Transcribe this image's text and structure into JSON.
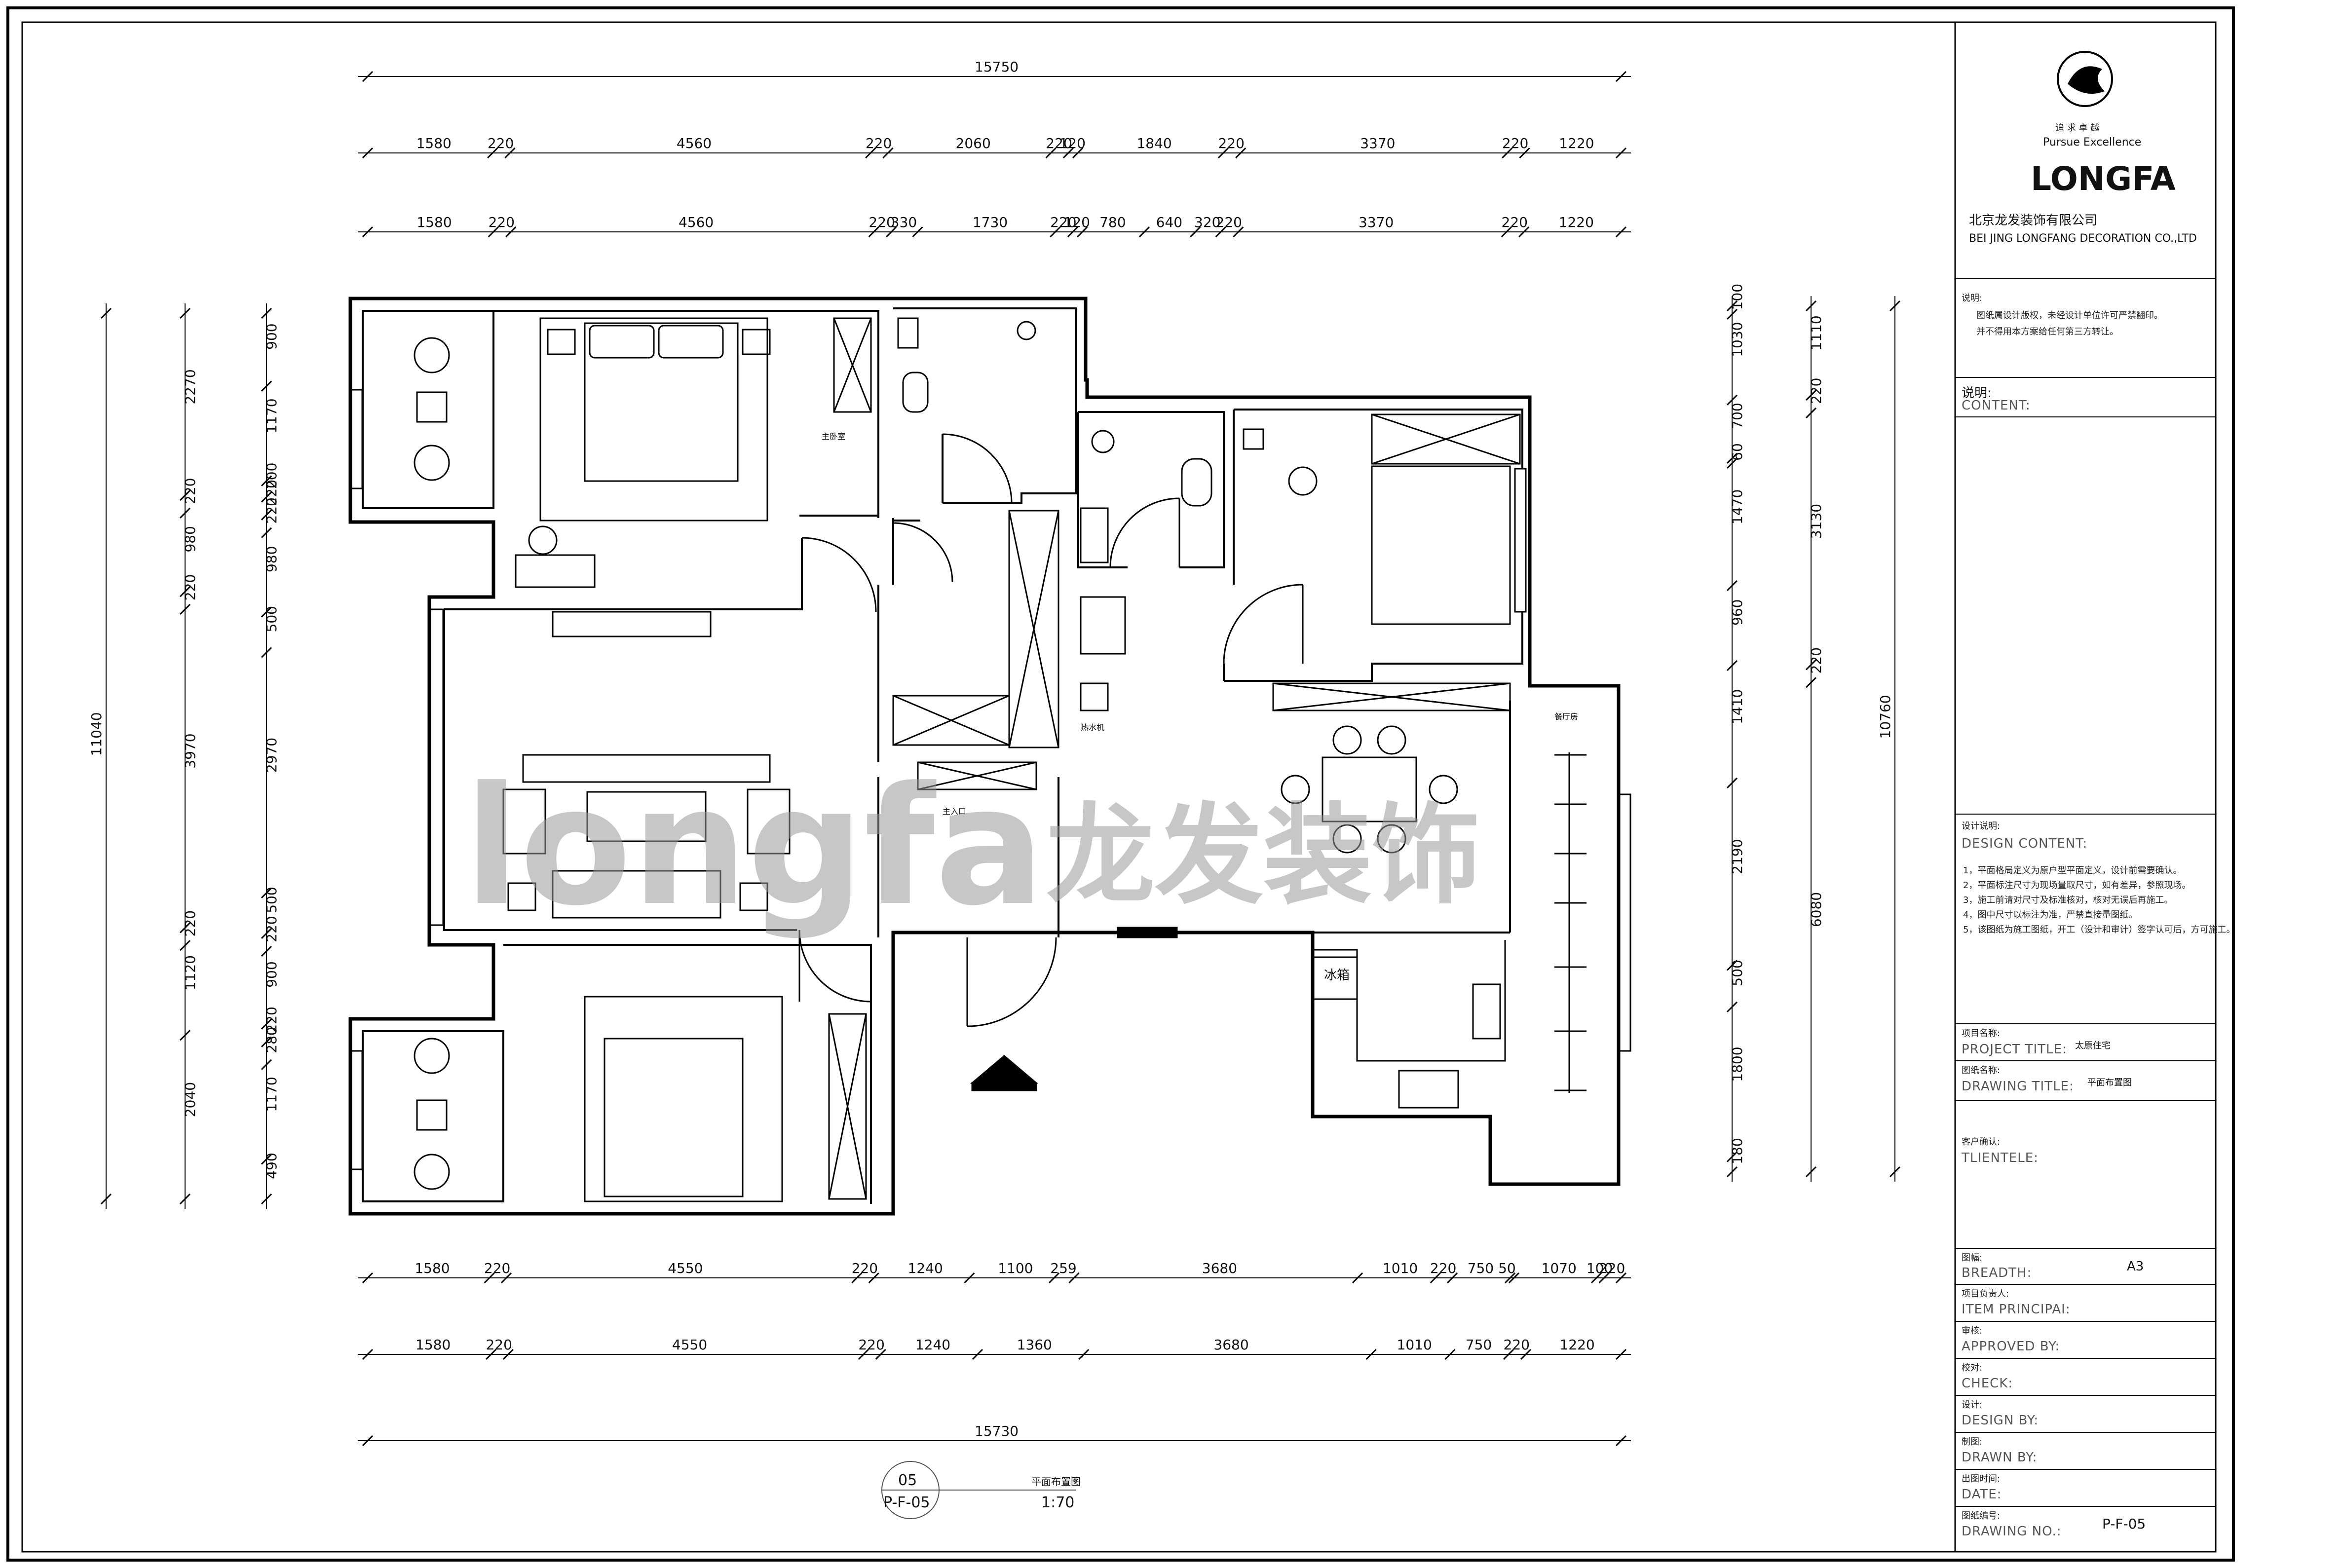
{
  "sheet": {
    "watermark": {
      "latin": "longfa",
      "zh": "龙发装饰"
    },
    "drawing_label": {
      "circle_top": "05",
      "circle_bottom": "P-F-05",
      "name": "平面布置图",
      "scale": "1:70"
    }
  },
  "dimensions": {
    "top_overall": "15750",
    "top_row1": [
      "1580",
      "220",
      "4560",
      "220",
      "2060",
      "220",
      "120",
      "1840",
      "220",
      "3370",
      "220",
      "1220"
    ],
    "top_row2": [
      "1580",
      "220",
      "4560",
      "220",
      "330",
      "1730",
      "220",
      "120",
      "780",
      "640",
      "320",
      "220",
      "3370",
      "220",
      "1220"
    ],
    "bottom_row1": [
      "1580",
      "220",
      "4550",
      "220",
      "1240",
      "1100",
      "259",
      "3680",
      "1010",
      "220",
      "750",
      "50",
      "1070",
      "100",
      "220"
    ],
    "bottom_row2": [
      "1580",
      "220",
      "4550",
      "220",
      "1240",
      "1360",
      "3680",
      "1010",
      "750",
      "220",
      "1220"
    ],
    "bottom_overall": "15730",
    "left_overall": "11040",
    "left_row1": [
      "2270",
      "220",
      "980",
      "220",
      "3970",
      "220",
      "1120",
      "2040"
    ],
    "left_row2": [
      "900",
      "1170",
      "200",
      "220",
      "220",
      "980",
      "500",
      "2970",
      "500",
      "220",
      "900",
      "220",
      "280",
      "1170",
      "490"
    ],
    "right_row1": [
      "100",
      "1030",
      "700",
      "60",
      "1470",
      "960",
      "1410",
      "2190",
      "500",
      "1800",
      "180"
    ],
    "right_row2": [
      "1110",
      "220",
      "3130",
      "220",
      "6080"
    ],
    "right_overall": "10760"
  },
  "room_labels": {
    "master": "主卧室",
    "water_heater": "热水机",
    "main_entry": "主入口",
    "dining": "餐厅房",
    "fridge": "冰箱"
  },
  "title_block": {
    "slogan_zh": "追 求 卓 越",
    "slogan_en": "Pursue  Excellence",
    "logo_text": "LONGFA",
    "company_zh": "北京龙发装饰有限公司",
    "company_en": "BEI JING LONGFANG DECORATION CO.,LTD",
    "notes_title": "说明:",
    "notes_lines": [
      "图纸属设计版权，未经设计单位许可严禁翻印。",
      "并不得用本方案给任何第三方转让。"
    ],
    "content_zh": "说明:",
    "content_en": "CONTENT:",
    "design_content_zh": "设计说明:",
    "design_content_en": "DESIGN CONTENT:",
    "design_notes": [
      "1，平面格局定义为原户型平面定义，设计前需要确认。",
      "2，平面标注尺寸为现场量取尺寸，如有差异，参照现场。",
      "3，施工前请对尺寸及标准核对，核对无误后再施工。",
      "4，图中尺寸以标注为准，严禁直接量图纸。",
      "5，该图纸为施工图纸，开工（设计和审计）签字认可后，方可施工。"
    ],
    "project_title_zh": "项目名称:",
    "project_title_en": "PROJECT TITLE:",
    "project_title_value": "太原住宅",
    "drawing_title_zh": "图纸名称:",
    "drawing_title_en": "DRAWING TITLE:",
    "drawing_title_value": "平面布置图",
    "client_zh": "客户确认:",
    "client_en": "TLIENTELE:",
    "breadth_zh": "图幅:",
    "breadth_en": "BREADTH:",
    "breadth_value": "A3",
    "principal_zh": "项目负责人:",
    "principal_en": "ITEM PRINCIPAI:",
    "approved_zh": "审核:",
    "approved_en": "APPROVED BY:",
    "check_zh": "校对:",
    "check_en": "CHECK:",
    "design_zh": "设计:",
    "design_en": "DESIGN BY:",
    "drawn_zh": "制图:",
    "drawn_en": "DRAWN BY:",
    "date_zh": "出图时间:",
    "date_en": "DATE:",
    "no_zh": "图纸编号:",
    "no_en": "DRAWING NO.:",
    "no_value": "P-F-05"
  }
}
